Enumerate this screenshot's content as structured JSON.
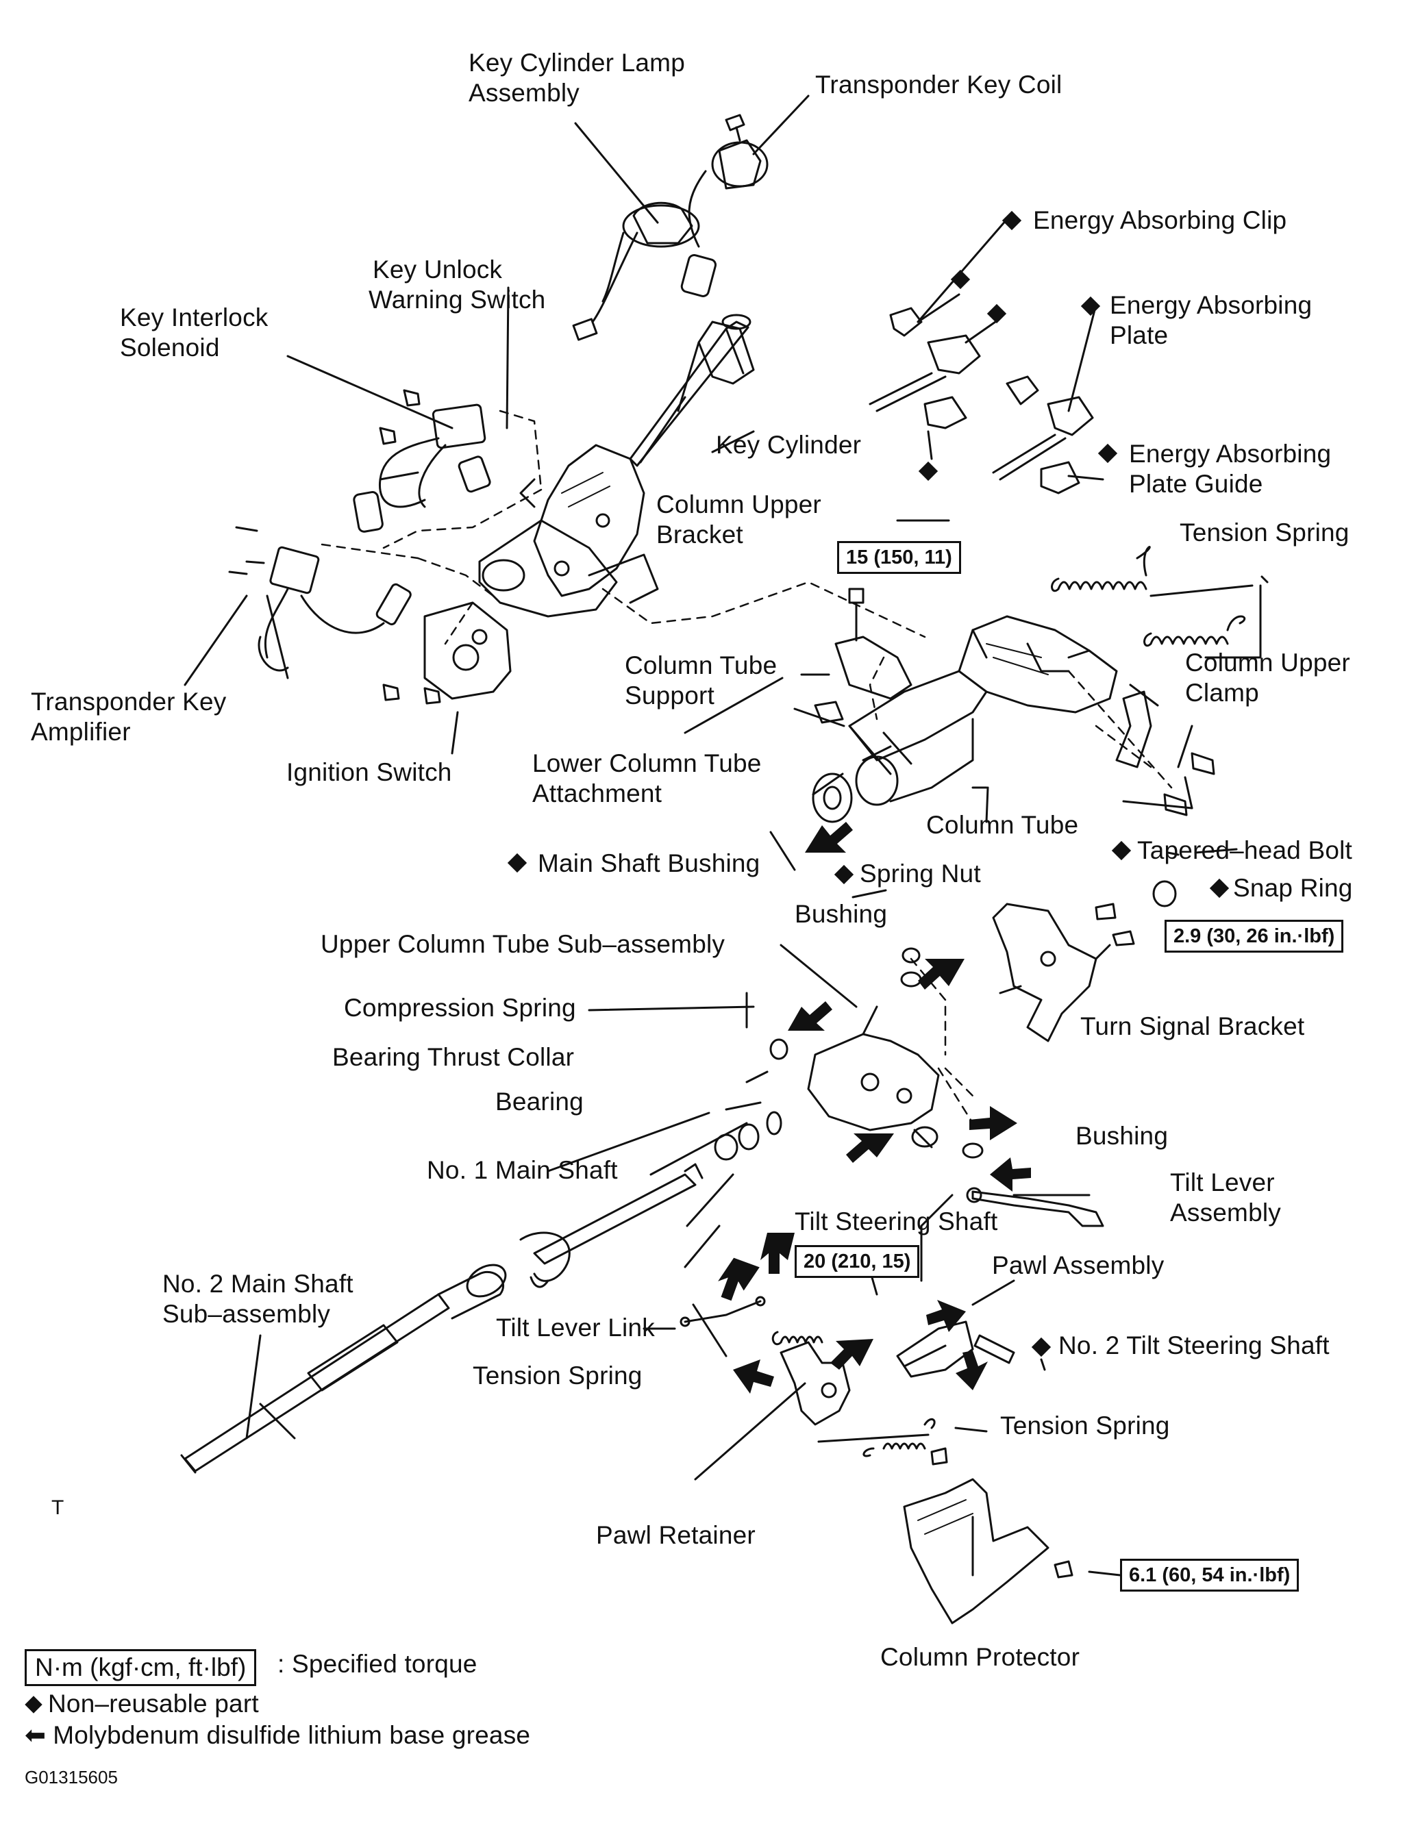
{
  "labels": {
    "key_cylinder_lamp": [
      "Key Cylinder Lamp",
      "Assembly"
    ],
    "transponder_key_coil": "Transponder Key Coil",
    "energy_absorbing_clip": "Energy Absorbing Clip",
    "energy_absorbing_plate": [
      "Energy Absorbing",
      "Plate"
    ],
    "energy_absorbing_plate_guide": [
      "Energy Absorbing",
      "Plate Guide"
    ],
    "key_unlock_warning_switch": [
      "Key Unlock",
      "Warning Switch"
    ],
    "key_interlock_solenoid": [
      "Key Interlock",
      "Solenoid"
    ],
    "key_cylinder": "Key Cylinder",
    "column_upper_bracket": [
      "Column Upper",
      "Bracket"
    ],
    "tension_spring_top": "Tension Spring",
    "column_tube_support": [
      "Column Tube",
      "Support"
    ],
    "column_upper_clamp": [
      "Column Upper",
      "Clamp"
    ],
    "transponder_key_amplifier": [
      "Transponder Key",
      "Amplifier"
    ],
    "ignition_switch": "Ignition Switch",
    "lower_column_tube_attachment": [
      "Lower Column Tube",
      "Attachment"
    ],
    "column_tube": "Column Tube",
    "main_shaft_bushing": "Main Shaft Bushing",
    "tapered_head_bolt": "Tapered–head Bolt",
    "spring_nut": "Spring Nut",
    "snap_ring": "Snap Ring",
    "bushing_top": "Bushing",
    "upper_column_tube_sub_assembly": "Upper Column Tube Sub–assembly",
    "compression_spring": "Compression Spring",
    "turn_signal_bracket": "Turn Signal Bracket",
    "bearing_thrust_collar": "Bearing Thrust Collar",
    "bearing": "Bearing",
    "bushing_lower": "Bushing",
    "no1_main_shaft": "No. 1 Main Shaft",
    "tilt_lever_assembly": [
      "Tilt Lever",
      "Assembly"
    ],
    "tilt_steering_shaft": "Tilt Steering Shaft",
    "no2_main_shaft": [
      "No. 2 Main Shaft",
      "Sub–assembly"
    ],
    "pawl_assembly": "Pawl Assembly",
    "tilt_lever_link": "Tilt Lever Link",
    "no2_tilt_steering_shaft": "No. 2 Tilt Steering Shaft",
    "tension_spring_left": "Tension Spring",
    "tension_spring_right": "Tension Spring",
    "pawl_retainer": "Pawl Retainer",
    "column_protector": "Column Protector",
    "t_mark": "T"
  },
  "torques": {
    "t1": "15 (150, 11)",
    "t2": "2.9 (30, 26 in.·lbf)",
    "t3": "20 (210, 15)",
    "t4": "6.1 (60, 54 in.·lbf)"
  },
  "legend": {
    "torque_box": "N·m (kgf·cm, ft·lbf)",
    "torque_desc": ": Specified torque",
    "non_reusable": "Non–reusable part",
    "grease_arrow": "⬅",
    "grease": "Molybdenum disulfide lithium base grease"
  },
  "figure_id": "G01315605"
}
